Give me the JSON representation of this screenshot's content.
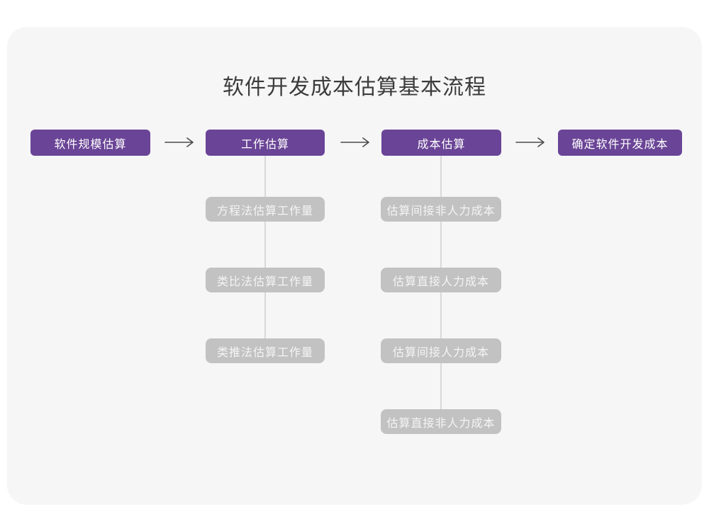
{
  "diagram": {
    "title": "软件开发成本估算基本流程",
    "stages": [
      {
        "label": "软件规模估算"
      },
      {
        "label": "工作估算"
      },
      {
        "label": "成本估算"
      },
      {
        "label": "确定软件开发成本"
      }
    ],
    "work_methods": [
      "方程法估算工作量",
      "类比法估算工作量",
      "类推法估算工作量"
    ],
    "cost_steps": [
      "估算间接非人力成本",
      "估算直接人力成本",
      "估算间接人力成本",
      "估算直接非人力成本"
    ],
    "colors": {
      "stage_fill": "#6a4496",
      "stage_text": "#ffffff",
      "sub_fill": "#c2c2c2",
      "sub_text": "#f4f4f4",
      "card_bg": "#f6f6f7",
      "page_bg": "#ffffff",
      "title_text": "#3c3c3c",
      "arrow": "#4a4a4a",
      "connector": "#d9d9d9"
    }
  }
}
